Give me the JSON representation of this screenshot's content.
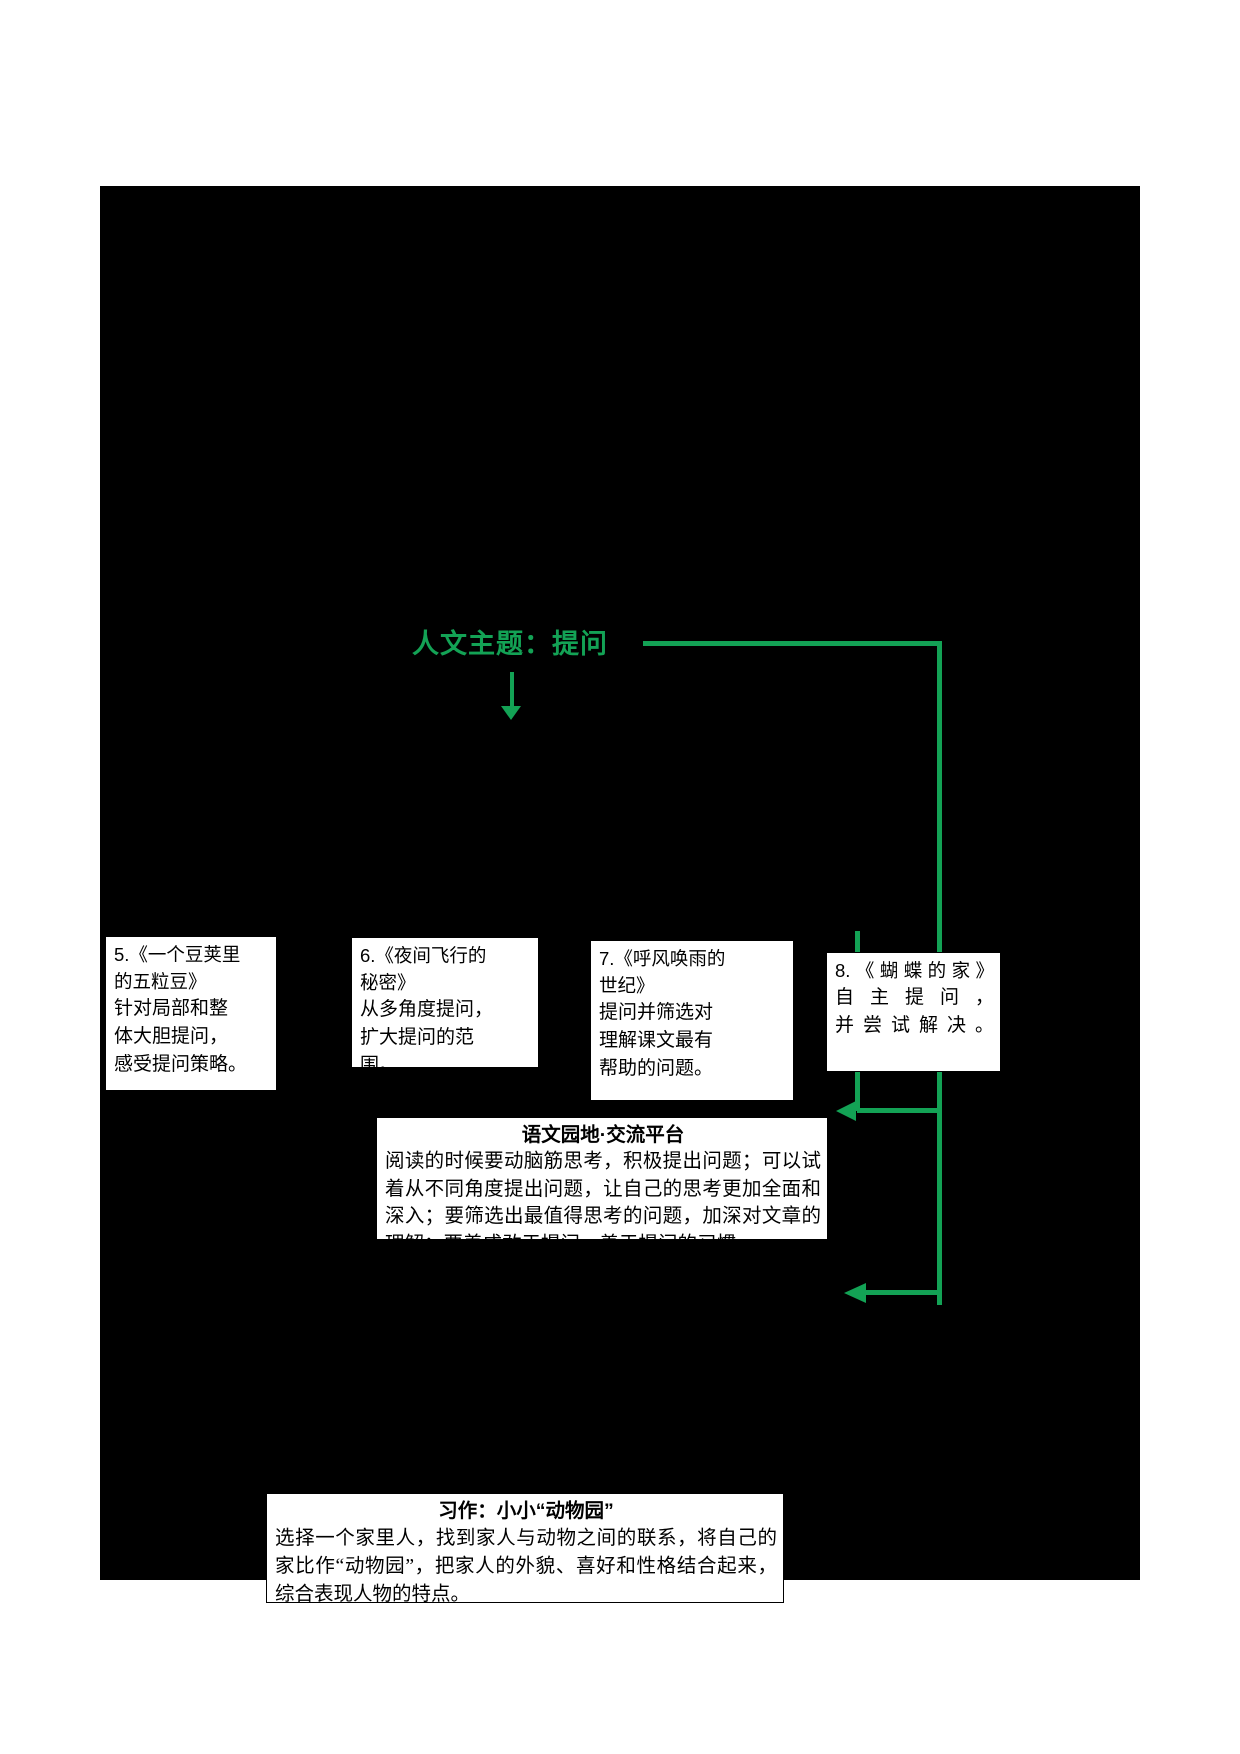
{
  "theme": {
    "title": "人文主题：提问",
    "accent_color": "#13A255",
    "canvas_color": "#000000",
    "box_color": "#FFFFFF"
  },
  "lessons": [
    {
      "number": "5",
      "title": "5.《一个豆荚里\n的五粒豆》",
      "body": "针对局部和整\n体大胆提问，\n感受提问策略。"
    },
    {
      "number": "6",
      "title": "6.《夜间飞行的\n秘密》",
      "body": "从多角度提问，\n扩大提问的范\n围。"
    },
    {
      "number": "7",
      "title": "7.《呼风唤雨的\n世纪》",
      "body": "提问并筛选对\n理解课文最有\n帮助的问题。"
    },
    {
      "number": "8",
      "title": "8.《蝴蝶的家》",
      "body": "自主提问，\n并尝试解决。"
    }
  ],
  "yuwen": {
    "heading": "语文园地·交流平台",
    "body": "阅读的时候要动脑筋思考，积极提出问题；可以试着从不同角度提出问题，让自己的思考更加全面和深入；要筛选出最值得思考的问题，加深对文章的理解；要养成敢于提问、善于提问的习惯。"
  },
  "xizuo": {
    "heading": "习作：小小“动物园”",
    "body": "选择一个家里人，找到家人与动物之间的联系，将自己的家比作“动物园”，把家人的外貌、喜好和性格结合起来，综合表现人物的特点。"
  }
}
